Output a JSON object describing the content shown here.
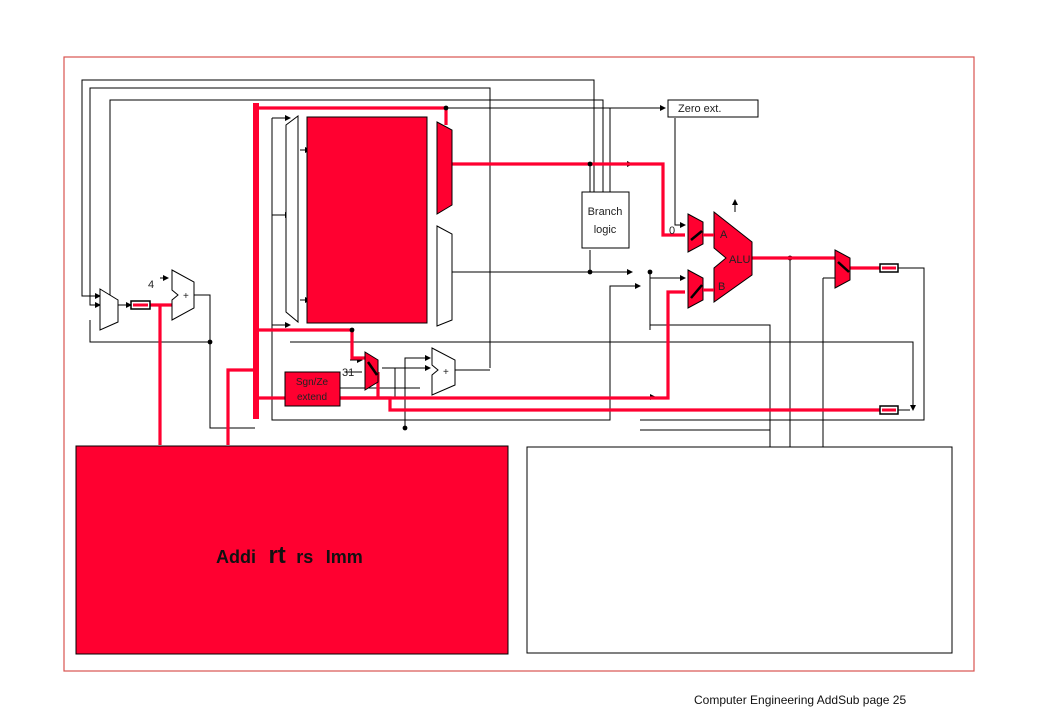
{
  "diagram": {
    "labels": {
      "zero_ext": "Zero ext.",
      "branch_logic_line1": "Branch",
      "branch_logic_line2": "logic",
      "alu": "ALU",
      "alu_a": "A",
      "alu_b": "B",
      "const_4": "4",
      "const_0": "0",
      "const_31": "31",
      "adder_plus": "+",
      "sign_extend_line1": "Sgn/Ze",
      "sign_extend_line2": "extend"
    },
    "instruction": {
      "opcode": "Addi",
      "rt": "rt",
      "rs": "rs",
      "imm": "Imm"
    },
    "colors": {
      "active": "#ff0030",
      "wire": "#000000",
      "frame": "#d9534f"
    }
  },
  "footer": {
    "text": "Computer Engineering AddSub page 25"
  }
}
